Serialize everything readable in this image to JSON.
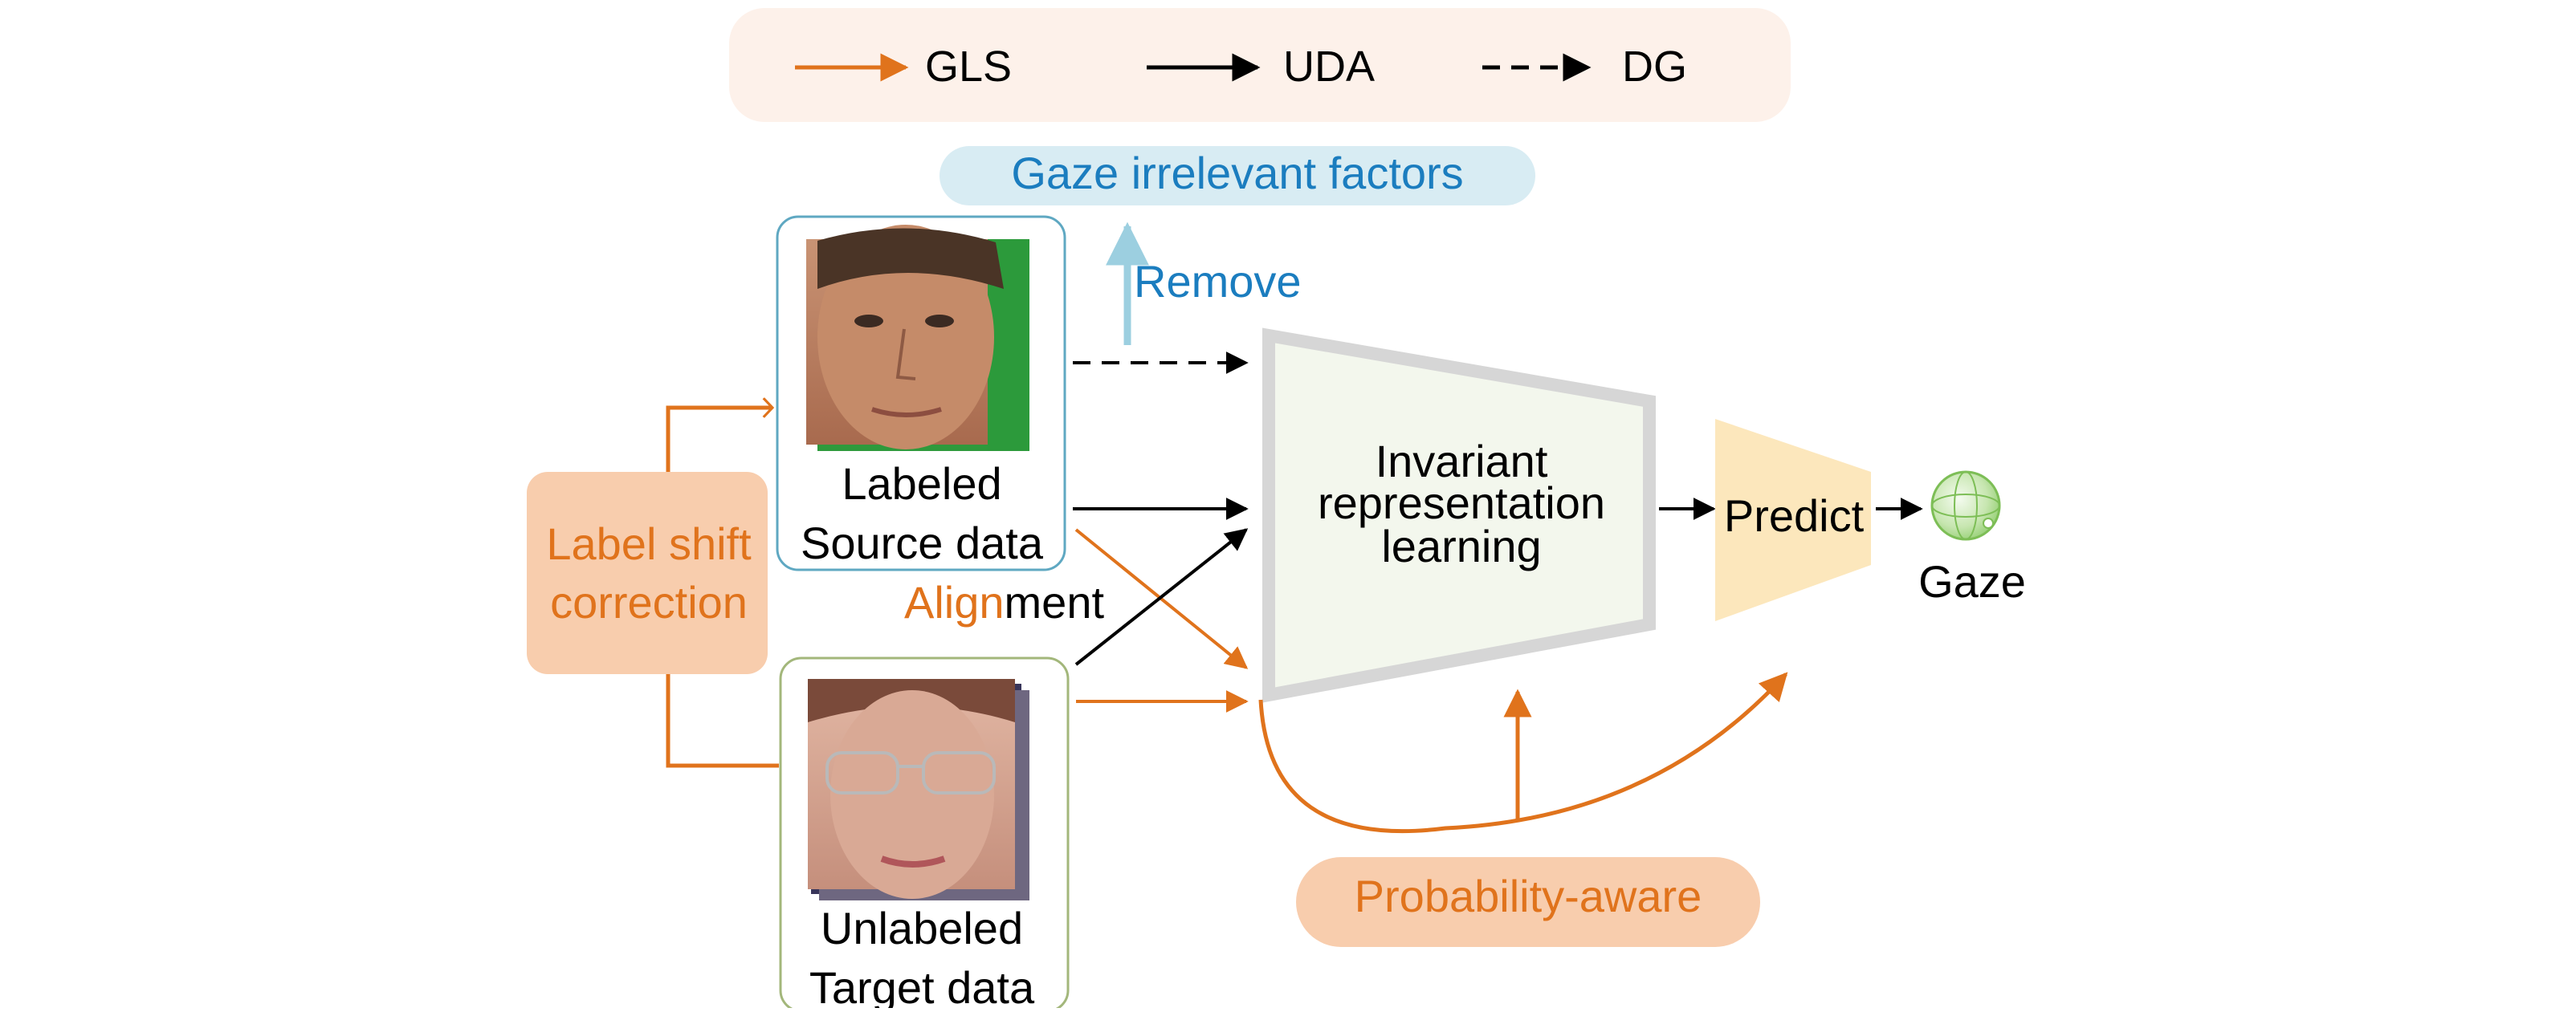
{
  "legend": {
    "gls_label": "GLS",
    "uda_label": "UDA",
    "dg_label": "DG"
  },
  "factors_label": "Gaze irrelevant factors",
  "remove_label": "Remove",
  "source": {
    "line1": "Labeled",
    "line2": "Source data"
  },
  "target": {
    "line1": "Unlabeled",
    "line2": "Target data"
  },
  "label_shift": {
    "line1": "Label shift",
    "line2": "correction"
  },
  "alignment": {
    "part1": "Align",
    "part2": "ment"
  },
  "irl": {
    "line1": "Invariant",
    "line2": "representation",
    "line3": "learning"
  },
  "predict_label": "Predict",
  "gaze_label": "Gaze",
  "prob_aware_label": "Probability-aware",
  "colors": {
    "gls_orange": "#E0731C",
    "uda_black": "#000000",
    "factor_blue": "#1B7DBF",
    "factor_bg": "#D8ECF3",
    "legend_bg": "#FDF1EA",
    "orange_box": "#F8CDAD",
    "irl_fill": "#F3F7ED",
    "irl_stroke": "#D6D6D6",
    "predict_fill": "#FCE7BC",
    "gaze_green": "#8CCB6A"
  }
}
